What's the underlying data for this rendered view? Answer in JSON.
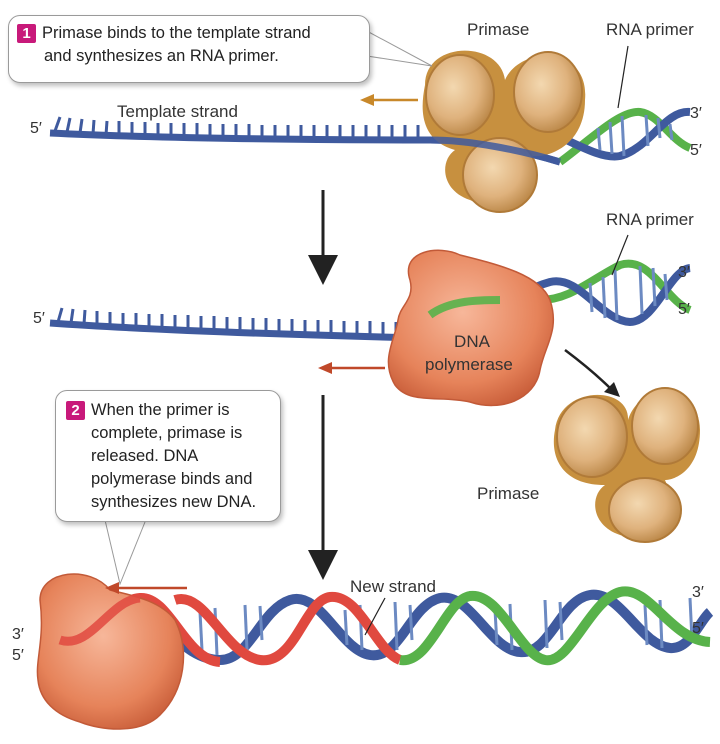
{
  "step1": {
    "number": "1",
    "text_line1": "Primase binds to the template strand",
    "text_line2": "and synthesizes an RNA primer."
  },
  "step2": {
    "number": "2",
    "lines": [
      "When the primer is",
      "complete, primase is",
      "released. DNA",
      "polymerase binds and",
      "synthesizes new DNA."
    ]
  },
  "labels": {
    "primase_top": "Primase",
    "rna_primer_top": "RNA primer",
    "template_strand": "Template strand",
    "rna_primer_mid": "RNA primer",
    "dna_polymerase_line1": "DNA",
    "dna_polymerase_line2": "polymerase",
    "primase_released": "Primase",
    "new_strand": "New strand",
    "five_prime": "5′",
    "three_prime": "3′"
  },
  "colors": {
    "template": "#3f5a9e",
    "rna": "#58b24a",
    "new_dna": "#e0493f",
    "primase": "#d9a15a",
    "polymerase": "#e7845e",
    "arrow_orange": "#c8882a",
    "arrow_red": "#c0492a"
  }
}
